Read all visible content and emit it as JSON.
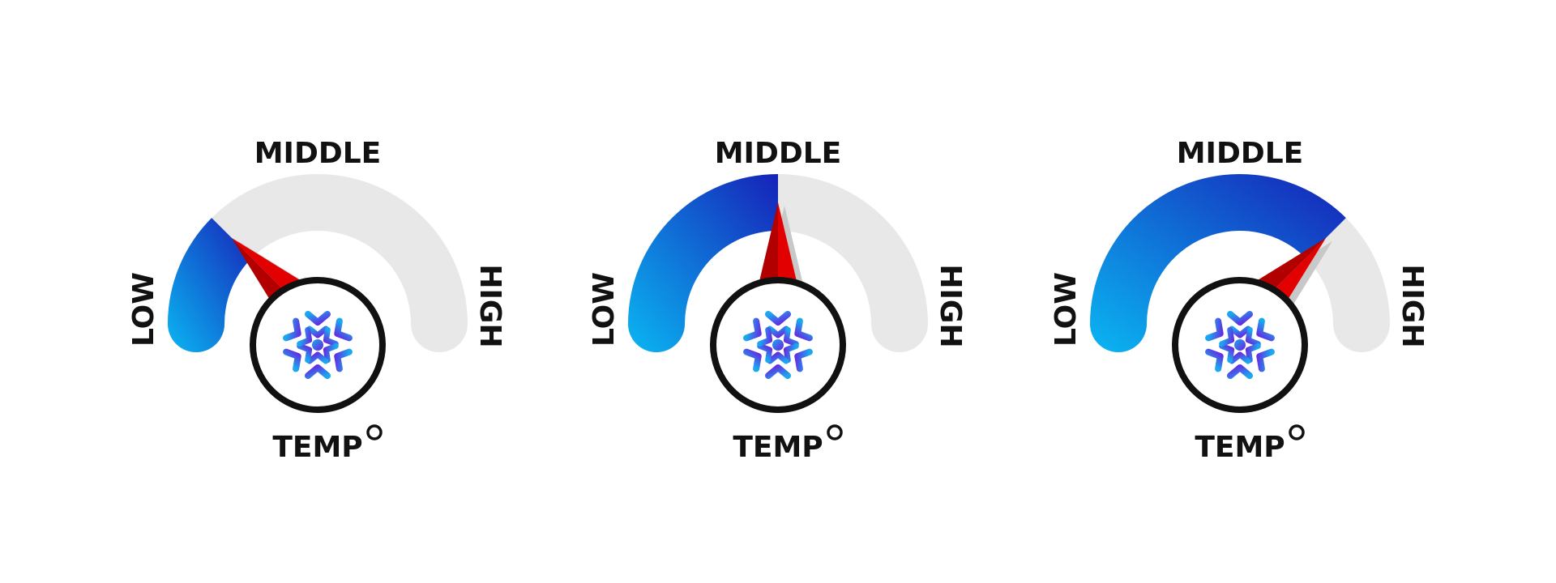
{
  "colors": {
    "track": "#e8e8e8",
    "fill_start": "#0ab6f2",
    "fill_end": "#1622b8",
    "needle": "#e30000",
    "needle_dark": "#b20000",
    "needle_shadow": "#c8c8c8",
    "ring": "#111111",
    "snowflake_start": "#1aa8ef",
    "snowflake_end": "#6a20e0"
  },
  "gauges": [
    {
      "low_label": "LOW",
      "middle_label": "MIDDLE",
      "high_label": "HIGH",
      "temp_label": "TEMP",
      "level": 0.25,
      "icon": "snowflake-icon"
    },
    {
      "low_label": "LOW",
      "middle_label": "MIDDLE",
      "high_label": "HIGH",
      "temp_label": "TEMP",
      "level": 0.5,
      "icon": "snowflake-icon"
    },
    {
      "low_label": "LOW",
      "middle_label": "MIDDLE",
      "high_label": "HIGH",
      "temp_label": "TEMP",
      "level": 0.75,
      "icon": "snowflake-icon"
    }
  ]
}
